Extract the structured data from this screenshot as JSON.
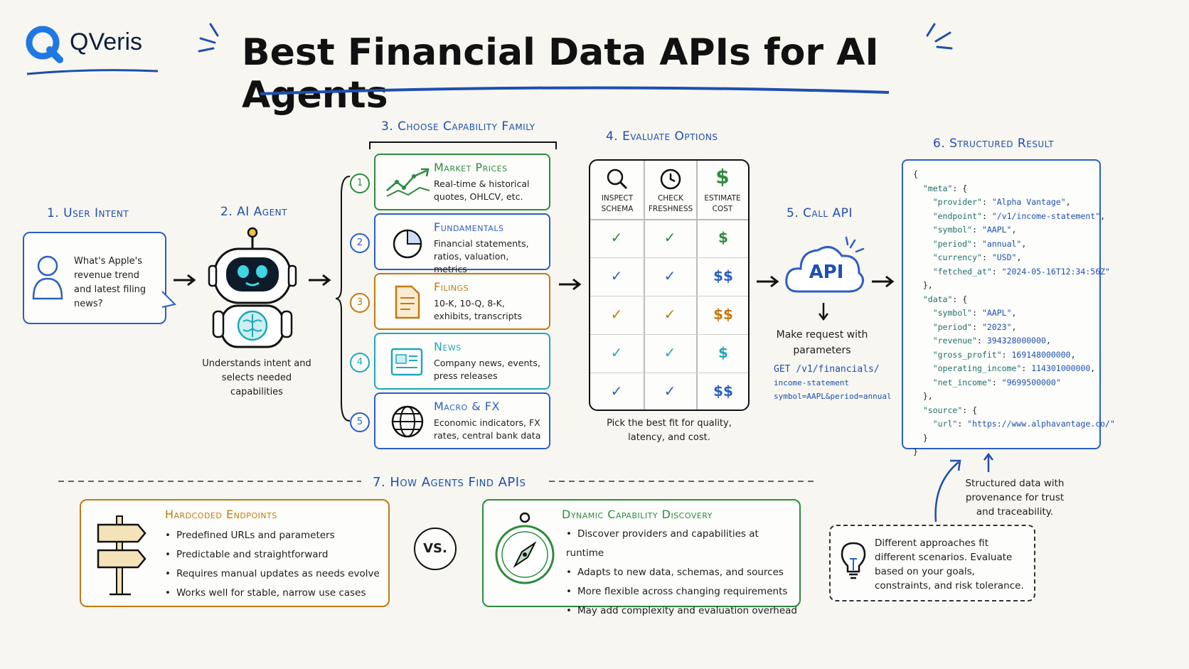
{
  "brand": {
    "name": "QVeris"
  },
  "title": "Best Financial Data APIs for AI Agents",
  "step1": {
    "heading": "1. User Intent",
    "bubble": "What's Apple's revenue trend and latest filing news?"
  },
  "step2": {
    "heading": "2. AI Agent",
    "caption": "Understands intent and selects needed capabilities"
  },
  "step3": {
    "heading": "3. Choose Capability Family",
    "items": [
      {
        "num": "1",
        "title": "Market Prices",
        "desc": "Real-time & historical quotes, OHLCV, etc.",
        "color": "#2e8b3e"
      },
      {
        "num": "2",
        "title": "Fundamentals",
        "desc": "Financial statements, ratios, valuation, metrics",
        "color": "#2b5fc6"
      },
      {
        "num": "3",
        "title": "Filings",
        "desc": "10-K, 10-Q, 8-K, exhibits, transcripts",
        "color": "#c17a12"
      },
      {
        "num": "4",
        "title": "News",
        "desc": "Company news, events, press releases",
        "color": "#1ea8b8"
      },
      {
        "num": "5",
        "title": "Macro & FX",
        "desc": "Economic indicators, FX rates, central bank data",
        "color": "#2b5fc6"
      }
    ]
  },
  "step4": {
    "heading": "4. Evaluate Options",
    "columns": [
      "Inspect Schema",
      "Check Freshness",
      "Estimate Cost"
    ],
    "rows": [
      {
        "a": "✓",
        "b": "✓",
        "c": "$",
        "color": "#2e8b3e"
      },
      {
        "a": "✓",
        "b": "✓",
        "c": "$$",
        "color": "#2b5fc6"
      },
      {
        "a": "✓",
        "b": "✓",
        "c": "$$",
        "color": "#c17a12"
      },
      {
        "a": "✓",
        "b": "✓",
        "c": "$",
        "color": "#1ea8b8"
      },
      {
        "a": "✓",
        "b": "✓",
        "c": "$$",
        "color": "#2b5fc6"
      }
    ],
    "caption": "Pick the best fit for quality, latency, and cost."
  },
  "step5": {
    "heading": "5. Call API",
    "cloud": "API",
    "caption": "Make request with parameters",
    "request": [
      "GET /v1/financials/",
      "income-statement",
      "symbol=AAPL&period=annual"
    ]
  },
  "step6": {
    "heading": "6. Structured Result",
    "json": {
      "meta": {
        "provider": "Alpha Vantage",
        "endpoint": "/v1/income-statement",
        "symbol": "AAPL",
        "period": "annual",
        "currency": "USD",
        "fetched_at": "2024-05-16T12:34:56Z"
      },
      "data": {
        "symbol": "AAPL",
        "period": "2023",
        "revenue": "394328000000",
        "gross_profit": "169148000000",
        "operating_income": "114301000000",
        "net_income": "9699500000"
      },
      "source": {
        "url": "https://www.alphavantage.co/"
      }
    },
    "caption": "Structured data with provenance for trust and traceability."
  },
  "step7": {
    "heading": "7. How Agents Find APIs",
    "left": {
      "title": "Hardcoded Endpoints",
      "items": [
        "Predefined URLs and parameters",
        "Predictable and straightforward",
        "Requires manual updates as needs evolve",
        "Works well for stable, narrow use cases"
      ]
    },
    "vs": "VS.",
    "right": {
      "title": "Dynamic Capability Discovery",
      "items": [
        "Discover providers and capabilities at runtime",
        "Adapts to new data, schemas, and sources",
        "More flexible across changing requirements",
        "May add complexity and evaluation overhead"
      ]
    },
    "tip": "Different approaches fit different scenarios. Evaluate based on your goals, constraints, and risk tolerance."
  }
}
